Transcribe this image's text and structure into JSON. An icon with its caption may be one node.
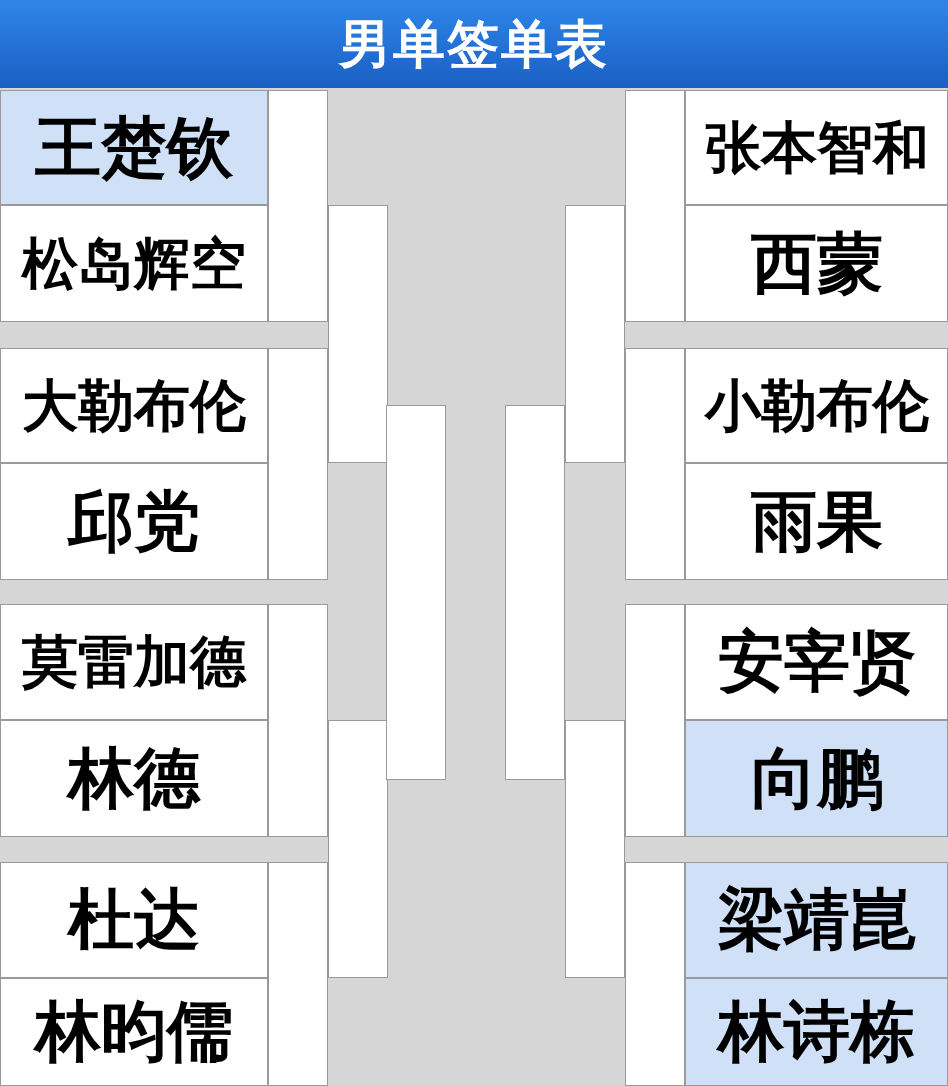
{
  "diagram": {
    "title": "男单签单表",
    "nodes": [
      {
        "text": [
          "王楚钦"
        ]
      },
      {
        "text": [
          "松岛辉空"
        ]
      },
      {
        "text": [
          "大勒布伦"
        ]
      },
      {
        "text": [
          "邱党"
        ]
      },
      {
        "text": [
          "莫雷加德"
        ]
      },
      {
        "text": [
          "林德"
        ]
      },
      {
        "text": [
          "杜达"
        ]
      },
      {
        "text": [
          "林昀儒"
        ]
      },
      {
        "text": [
          "张本智和"
        ]
      },
      {
        "text": [
          "西蒙"
        ]
      },
      {
        "text": [
          "小勒布伦"
        ]
      },
      {
        "text": [
          "雨果"
        ]
      },
      {
        "text": [
          "安宰贤"
        ]
      },
      {
        "text": [
          "向鹏"
        ]
      },
      {
        "text": [
          "梁靖崑"
        ]
      },
      {
        "text": [
          "林诗栋"
        ]
      },
      {
        "text": [],
        "shape": "box"
      },
      {
        "text": [],
        "shape": "box"
      },
      {
        "text": [],
        "shape": "box"
      },
      {
        "text": [],
        "shape": "box"
      },
      {
        "text": [],
        "shape": "box"
      },
      {
        "text": [],
        "shape": "box"
      },
      {
        "text": [],
        "shape": "box"
      },
      {
        "text": [],
        "shape": "box"
      },
      {
        "text": [],
        "shape": "box"
      },
      {
        "text": [],
        "shape": "box"
      },
      {
        "text": [],
        "shape": "box"
      },
      {
        "text": [],
        "shape": "box"
      },
      {
        "text": [],
        "shape": "box"
      },
      {
        "text": [],
        "shape": "box"
      }
    ]
  }
}
